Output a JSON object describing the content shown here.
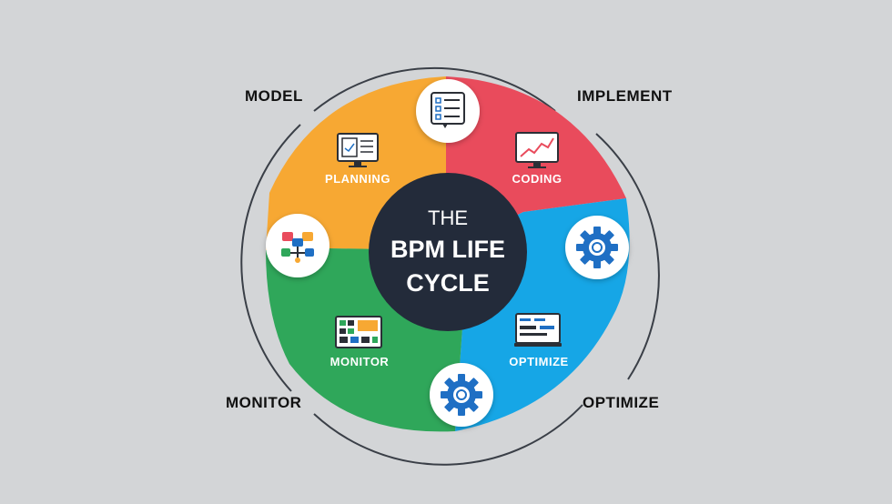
{
  "title": {
    "line1": "THE",
    "line2": "BPM LIFE",
    "line3": "CYCLE"
  },
  "corners": {
    "top_left": "MODEL",
    "top_right": "IMPLEMENT",
    "bottom_left": "MONITOR",
    "bottom_right": "OPTIMIZE"
  },
  "segments": [
    {
      "label": "PLANNING",
      "color": "#f7a833",
      "icon": "monitor-document-icon"
    },
    {
      "label": "CODING",
      "color": "#e94b5c",
      "icon": "monitor-chart-icon"
    },
    {
      "label": "OPTIMIZE",
      "color": "#16a6e6",
      "icon": "laptop-dashboard-icon"
    },
    {
      "label": "MONITOR",
      "color": "#2fa75a",
      "icon": "dashboard-grid-icon"
    }
  ],
  "badges": [
    {
      "icon": "checklist-document-icon"
    },
    {
      "icon": "gear-icon"
    },
    {
      "icon": "gear-icon"
    },
    {
      "icon": "process-flow-icon"
    }
  ],
  "colors": {
    "background": "#d3d5d7",
    "center": "#232b3a",
    "ring": "#3a3f47",
    "icon_blue": "#1f6fc4"
  }
}
